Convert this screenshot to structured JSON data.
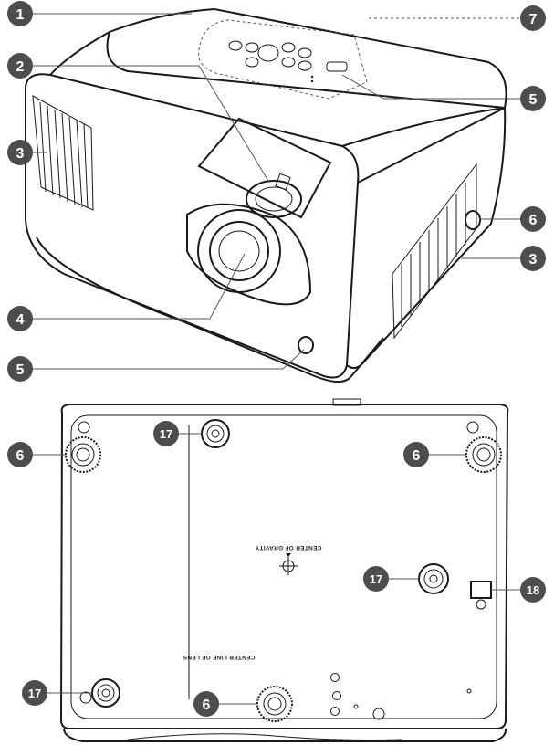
{
  "callouts": {
    "c1": "1",
    "c2": "2",
    "c3a": "3",
    "c3b": "3",
    "c4": "4",
    "c5a": "5",
    "c5b": "5",
    "c6a": "6",
    "c6b": "6",
    "c6c": "6",
    "c6d": "6",
    "c7": "7",
    "c17a": "17",
    "c17b": "17",
    "c17c": "17",
    "c18": "18"
  },
  "labels": {
    "center_of_gravity": "CENTER OF GRAVITY",
    "center_line_of_lens": "CENTER LINE OF LENS"
  },
  "colors": {
    "callout": "#4d4d4d",
    "outline": "#1a1a1a"
  }
}
